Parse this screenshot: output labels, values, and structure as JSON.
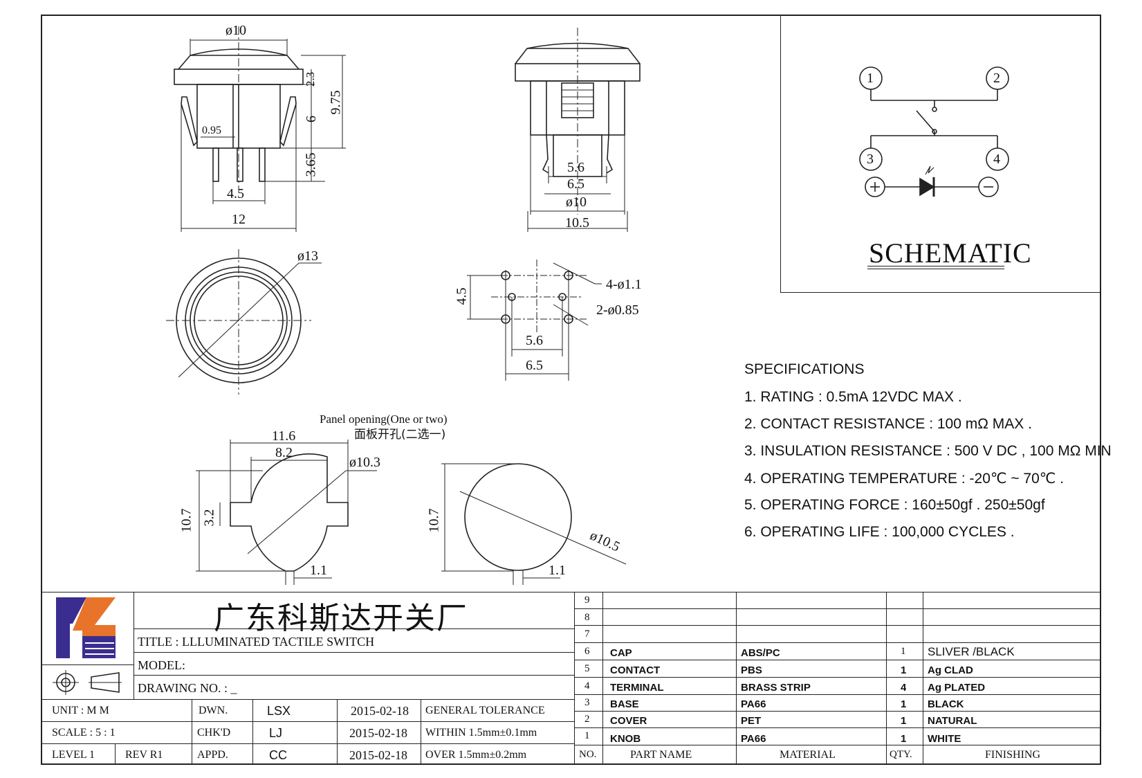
{
  "views": {
    "side": {
      "top_dia": "ø10",
      "dim_23": "2.3",
      "dim_975": "9.75",
      "dim_6": "6",
      "dim_095": "0.95",
      "dim_365": "3.65",
      "dim_45": "4.5",
      "dim_12": "12"
    },
    "front": {
      "dim_56": "5.6",
      "dim_65": "6.5",
      "dim_dia10": "ø10",
      "dim_105": "10.5"
    },
    "top": {
      "dia": "ø13"
    },
    "pcb": {
      "dim_45": "4.5",
      "holes_a": "4-ø1.1",
      "holes_b": "2-ø0.85",
      "dim_56": "5.6",
      "dim_65": "6.5"
    },
    "panel": {
      "note_en": "Panel opening(One or two)",
      "note_zh": "面板开孔(二选一)",
      "dim_116": "11.6",
      "dim_82": "8.2",
      "dia_103": "ø10.3",
      "dim_107": "10.7",
      "dim_32": "3.2",
      "dim_11": "1.1",
      "dim_107b": "10.7",
      "dia_105": "ø10.5",
      "dim_11b": "1.1"
    }
  },
  "schematic": {
    "title": "SCHEMATIC",
    "pins": [
      "1",
      "2",
      "3",
      "4"
    ]
  },
  "specs": {
    "title": "SPECIFICATIONS",
    "items": [
      "1. RATING : 0.5mA 12VDC MAX .",
      "2. CONTACT RESISTANCE : 100 mΩ MAX .",
      "3. INSULATION RESISTANCE : 500 V DC , 100 MΩ MIN",
      "4. OPERATING TEMPERATURE : -20℃ ~ 70℃ .",
      "5. OPERATING FORCE : 160±50gf . 250±50gf",
      "6. OPERATING LIFE : 100,000 CYCLES ."
    ]
  },
  "title_block": {
    "company": "广东科斯达开关厂",
    "title": "TITLE :  LLLUMINATED TACTILE SWITCH",
    "model": "MODEL:",
    "drawing_no": "DRAWING NO.  : _",
    "unit": "UNIT    :    M M",
    "scale": "SCALE   :   5 : 1",
    "level": "LEVEL 1",
    "rev": "REV   R1",
    "dwn_label": "DWN.",
    "chk_label": "CHK'D",
    "appd_label": "APPD.",
    "dwn": "LSX",
    "chk": "LJ",
    "appd": "CC",
    "date1": "2015-02-18",
    "date2": "2015-02-18",
    "date3": "2015-02-18",
    "tol1": "GENERAL  TOLERANCE",
    "tol2": "WITHIN  1.5mm±0.1mm",
    "tol3": "OVER    1.5mm±0.2mm"
  },
  "bom": {
    "empty_rows": [
      "9",
      "8",
      "7"
    ],
    "rows": [
      {
        "no": "6",
        "name": "CAP",
        "material": "ABS/PC",
        "qty": "1",
        "finish": "SLIVER /BLACK"
      },
      {
        "no": "5",
        "name": "CONTACT",
        "material": "PBS",
        "qty": "1",
        "finish": "Ag CLAD"
      },
      {
        "no": "4",
        "name": "TERMINAL",
        "material": "BRASS STRIP",
        "qty": "4",
        "finish": "Ag PLATED"
      },
      {
        "no": "3",
        "name": "BASE",
        "material": "PA66",
        "qty": "1",
        "finish": "BLACK"
      },
      {
        "no": "2",
        "name": "COVER",
        "material": "PET",
        "qty": "1",
        "finish": "NATURAL"
      },
      {
        "no": "1",
        "name": "KNOB",
        "material": "PA66",
        "qty": "1",
        "finish": "WHITE"
      }
    ],
    "headers": {
      "no": "NO.",
      "name": "PART   NAME",
      "material": "MATERIAL",
      "qty": "QTY.",
      "finish": "FINISHING"
    }
  },
  "colors": {
    "logo_blue": "#3a2d8f",
    "logo_orange": "#e8732a",
    "line": "#222222"
  }
}
